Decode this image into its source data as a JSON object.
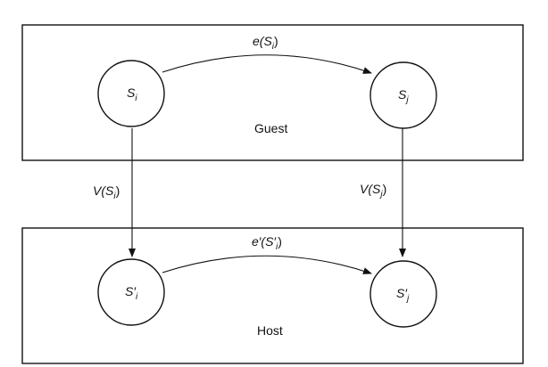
{
  "diagram": {
    "guest": {
      "label": "Guest",
      "states": [
        {
          "label": "S",
          "subscript": "i"
        },
        {
          "label": "S",
          "subscript": "j"
        }
      ],
      "transition_label": "e(S",
      "transition_subscript": "i",
      "transition_close": ")"
    },
    "host": {
      "label": "Host",
      "states": [
        {
          "label": "S′",
          "subscript": "i"
        },
        {
          "label": "S′",
          "subscript": "j"
        }
      ],
      "transition_label": "e′(S′",
      "transition_subscript": "i",
      "transition_close": ")"
    },
    "mappings": [
      {
        "label": "V(S",
        "subscript": "i",
        "close": ")"
      },
      {
        "label": "V(S",
        "subscript": "j",
        "close": ")"
      }
    ]
  }
}
